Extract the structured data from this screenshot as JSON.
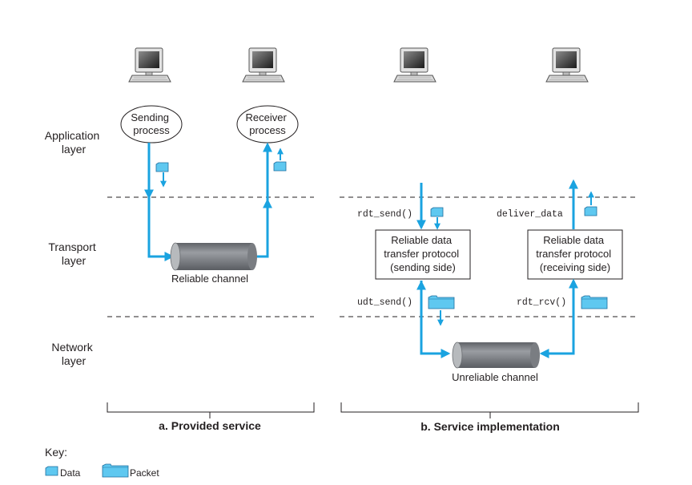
{
  "layers": {
    "application": [
      "Application",
      "layer"
    ],
    "transport": [
      "Transport",
      "layer"
    ],
    "network": [
      "Network",
      "layer"
    ]
  },
  "provided": {
    "sending_process": [
      "Sending",
      "process"
    ],
    "receiver_process": [
      "Receiver",
      "process"
    ],
    "channel_label": "Reliable channel",
    "caption": "a. Provided service"
  },
  "implementation": {
    "sender_box": [
      "Reliable data",
      "transfer protocol",
      "(sending side)"
    ],
    "receiver_box": [
      "Reliable data",
      "transfer protocol",
      "(receiving side)"
    ],
    "rdt_send": "rdt_send()",
    "deliver_data": "deliver_data",
    "udt_send": "udt_send()",
    "rdt_rcv": "rdt_rcv()",
    "channel_label": "Unreliable channel",
    "caption": "b. Service implementation"
  },
  "key": {
    "title": "Key:",
    "data": "Data",
    "packet": "Packet"
  },
  "colors": {
    "arrow": "#1aa3e0",
    "packet_fill": "#5fc8f0",
    "packet_stroke": "#1d6e9e",
    "cylinder": "#7a7d82",
    "text": "#231f20"
  }
}
